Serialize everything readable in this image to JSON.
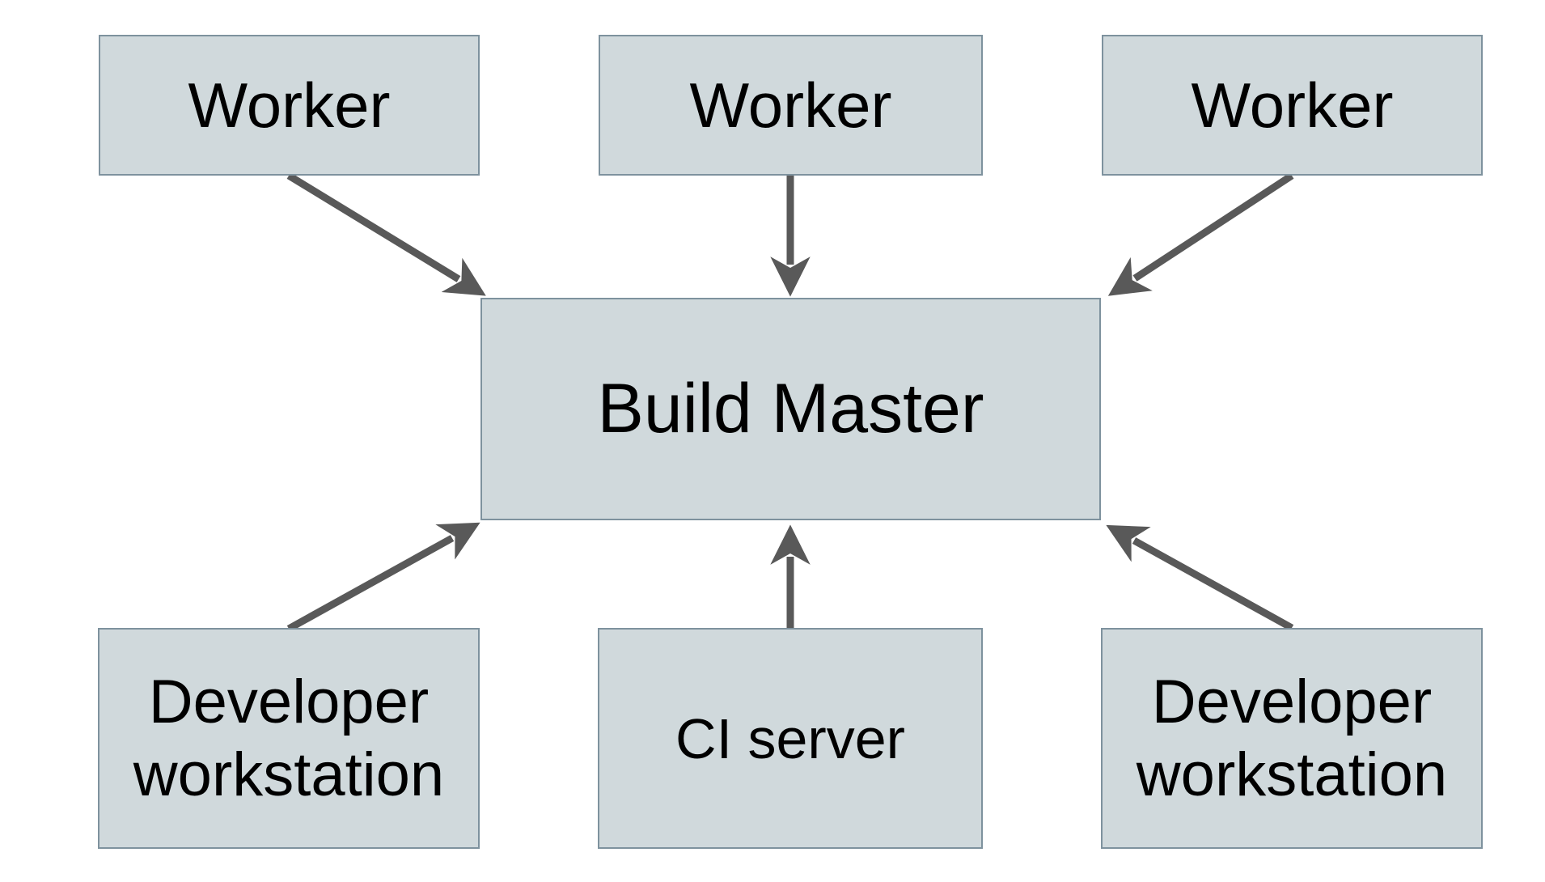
{
  "colors": {
    "bg": "#ffffff",
    "node_fill": "#d0d9dc",
    "node_border": "#7e929e",
    "arrow": "#595959",
    "text": "#000000"
  },
  "nodes": {
    "worker1": {
      "label": "Worker"
    },
    "worker2": {
      "label": "Worker"
    },
    "worker3": {
      "label": "Worker"
    },
    "build_master": {
      "label": "Build Master"
    },
    "dev1": {
      "label": "Developer workstation"
    },
    "ci": {
      "label": "CI server"
    },
    "dev2": {
      "label": "Developer workstation"
    }
  },
  "edges": [
    {
      "from": "worker1",
      "to": "build_master",
      "direction": "down-right"
    },
    {
      "from": "worker2",
      "to": "build_master",
      "direction": "down"
    },
    {
      "from": "worker3",
      "to": "build_master",
      "direction": "down-left"
    },
    {
      "from": "dev1",
      "to": "build_master",
      "direction": "up-right"
    },
    {
      "from": "ci",
      "to": "build_master",
      "direction": "up"
    },
    {
      "from": "dev2",
      "to": "build_master",
      "direction": "up-left"
    }
  ]
}
